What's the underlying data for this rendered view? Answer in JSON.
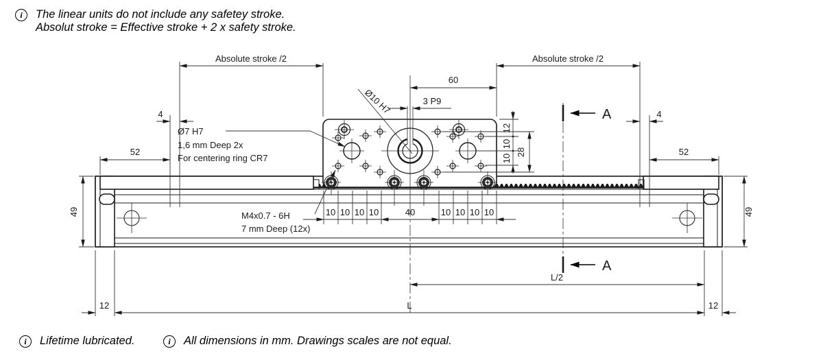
{
  "page": {
    "background": "#ffffff",
    "ink": "#1a1a1a"
  },
  "notes": {
    "info_symbol": "i",
    "top_line1": "The linear units do not include any safetey stroke.",
    "top_line2": "Absolut stroke = Effective stroke + 2 x safety stroke.",
    "bottom_left": "Lifetime lubricated.",
    "bottom_right": "All dimensions in mm. Drawings scales are not equal."
  },
  "dims": {
    "abs_stroke_left": "Absolute stroke /2",
    "abs_stroke_right": "Absolute stroke /2",
    "d60": "60",
    "keyway": "3 P9",
    "bore": "Ø10 H7",
    "d4_left": "4",
    "d4_right": "4",
    "d52_left": "52",
    "d52_right": "52",
    "d49_left": "49",
    "d49_right": "49",
    "centering1": "Ø7 H7",
    "centering2": "1,6 mm Deep  2x",
    "centering3": "For centering ring CR7",
    "thread1": "M4x0.7 - 6H",
    "thread2": "7 mm Deep (12x)",
    "v12": "12",
    "v10a": "10",
    "v10b": "10",
    "d28": "28",
    "chain": [
      "10",
      "10",
      "10",
      "10",
      "40",
      "10",
      "10",
      "10",
      "10"
    ],
    "section_top": "A",
    "section_bottom": "A",
    "l_half": "L/2",
    "l": "L",
    "d12_left": "12",
    "d12_right": "12"
  }
}
